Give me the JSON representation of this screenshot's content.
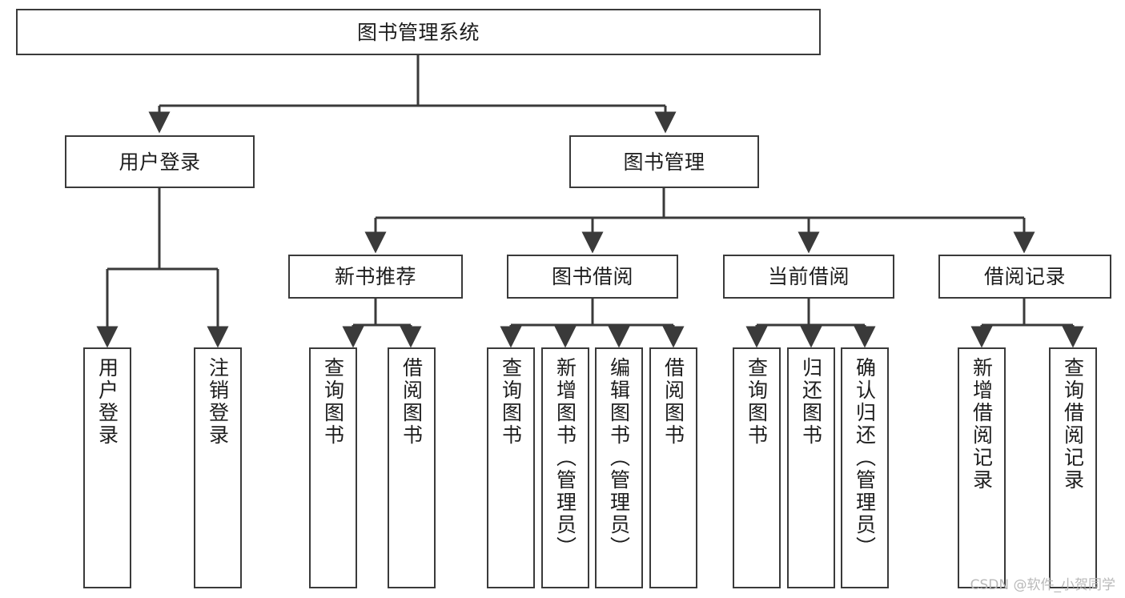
{
  "diagram": {
    "title": "图书管理系统",
    "watermark": "CSDN @软件_小贺同学",
    "colors": {
      "box_border": "#3a3a3a",
      "box_fill": "#ffffff",
      "edge": "#3a3a3a",
      "text": "#1d1d1d",
      "watermark": "#b9b9b9",
      "background": "#ffffff"
    },
    "nodes": {
      "root": {
        "label": "图书管理系统"
      },
      "level1": [
        {
          "id": "user-login",
          "label": "用户登录"
        },
        {
          "id": "book-manage",
          "label": "图书管理"
        }
      ],
      "level2": [
        {
          "id": "new-book-rec",
          "label": "新书推荐"
        },
        {
          "id": "book-borrow",
          "label": "图书借阅"
        },
        {
          "id": "current-borrow",
          "label": "当前借阅"
        },
        {
          "id": "borrow-record",
          "label": "借阅记录"
        }
      ],
      "leaves": {
        "user-login": [
          {
            "id": "leaf-user-login",
            "label": "用户登录"
          },
          {
            "id": "leaf-user-logout",
            "label": "注销登录"
          }
        ],
        "new-book-rec": [
          {
            "id": "leaf-query-book-1",
            "label": "查询图书"
          },
          {
            "id": "leaf-borrow-book-1",
            "label": "借阅图书"
          }
        ],
        "book-borrow": [
          {
            "id": "leaf-query-book-2",
            "label": "查询图书"
          },
          {
            "id": "leaf-add-book",
            "label": "新增图书（管理员）"
          },
          {
            "id": "leaf-edit-book",
            "label": "编辑图书（管理员）"
          },
          {
            "id": "leaf-borrow-book-2",
            "label": "借阅图书"
          }
        ],
        "current-borrow": [
          {
            "id": "leaf-query-book-3",
            "label": "查询图书"
          },
          {
            "id": "leaf-return-book",
            "label": "归还图书"
          },
          {
            "id": "leaf-confirm-return",
            "label": "确认归还（管理员）"
          }
        ],
        "borrow-record": [
          {
            "id": "leaf-add-record",
            "label": "新增借阅记录"
          },
          {
            "id": "leaf-query-record",
            "label": "查询借阅记录"
          }
        ]
      }
    }
  }
}
